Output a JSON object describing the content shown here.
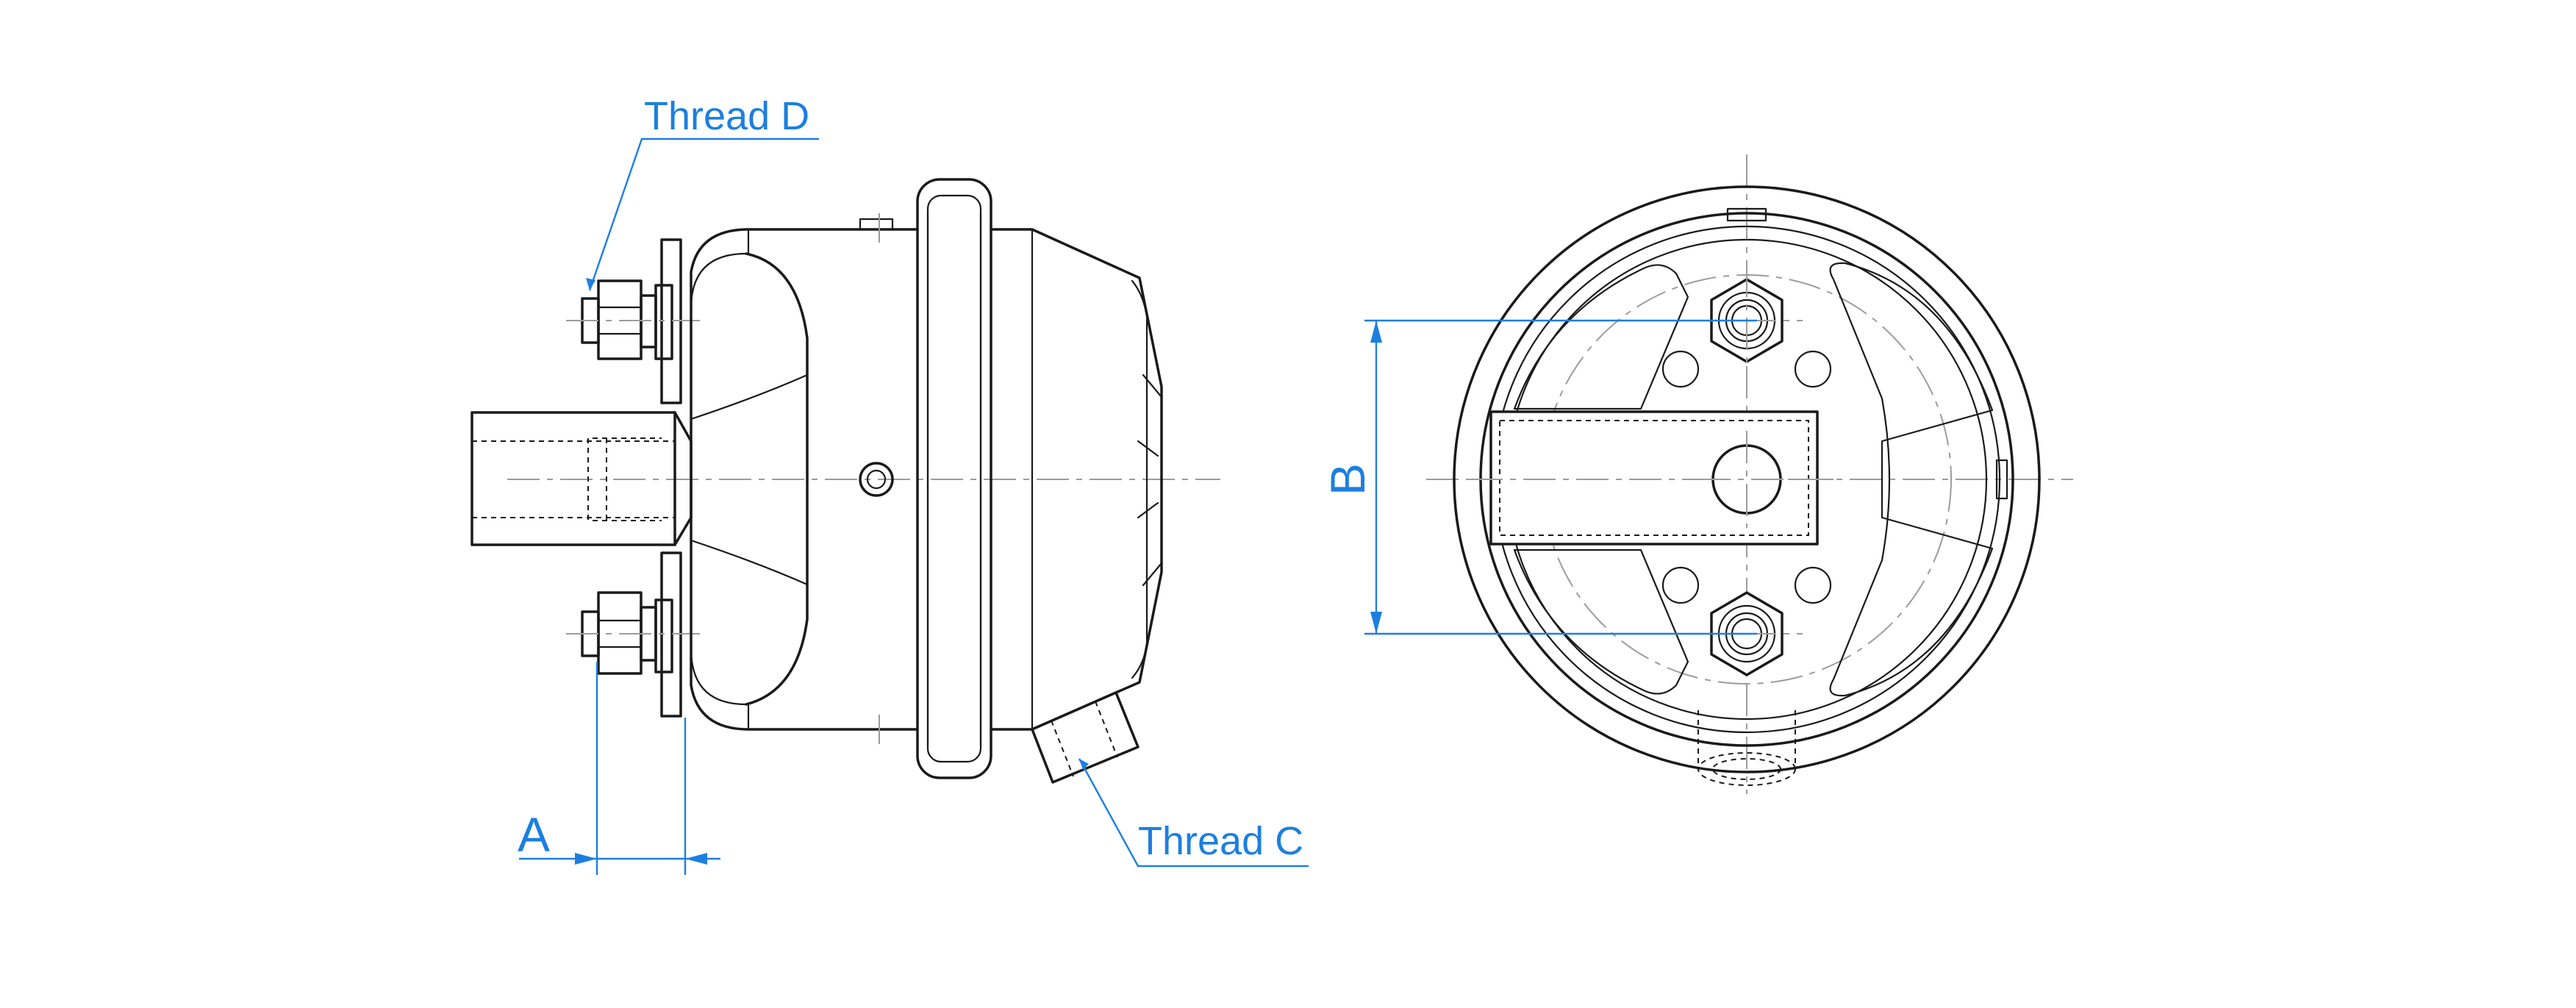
{
  "colors": {
    "dimension": "#1c7fe0",
    "outline": "#1a1a1a",
    "centerline": "#9c9c9c"
  },
  "labels": {
    "thread_d": "Thread D",
    "thread_c": "Thread C",
    "dim_a": "A",
    "dim_b": "B"
  }
}
